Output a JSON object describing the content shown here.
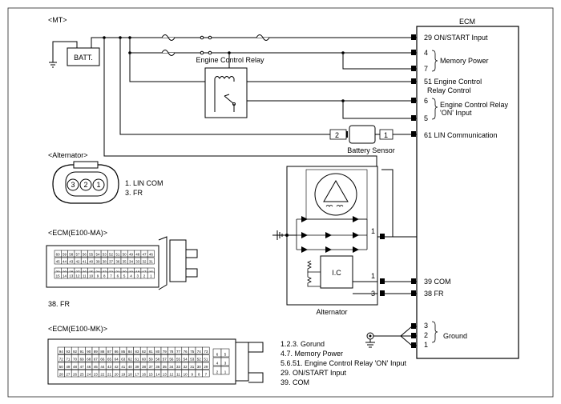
{
  "header": {
    "mt_label": "<MT>",
    "ecm_title": "ECM"
  },
  "battery": {
    "label": "BATT."
  },
  "relay": {
    "label": "Engine Control Relay"
  },
  "sensor": {
    "label": "Battery Sensor",
    "pin_left": "2",
    "pin_right": "1"
  },
  "ecm_pins": [
    {
      "num": "29",
      "text": "ON/START Input"
    },
    {
      "num": "4",
      "text": ""
    },
    {
      "num": "7",
      "text": ""
    },
    {
      "num": "51",
      "text": "Engine Control"
    },
    {
      "num": "6",
      "text": ""
    },
    {
      "num": "5",
      "text": ""
    },
    {
      "num": "61",
      "text": "LIN Communication"
    },
    {
      "num": "39",
      "text": "COM"
    },
    {
      "num": "38",
      "text": "FR"
    },
    {
      "num": "3",
      "text": ""
    },
    {
      "num": "2",
      "text": ""
    },
    {
      "num": "1",
      "text": ""
    }
  ],
  "groups": {
    "memory_power": "Memory Power",
    "relay_control_line2": "Relay Control",
    "relay_on_line1": "Engine Control Relay",
    "relay_on_line2": "'ON' Input",
    "ground": "Ground"
  },
  "alternator_connector": {
    "title": "<Alternator>",
    "pins": [
      "3",
      "2",
      "1"
    ],
    "legend": [
      "1. LIN COM",
      "3. FR"
    ]
  },
  "alternator": {
    "label": "Alternator",
    "ic": "I.C",
    "terminal_1_top": "1",
    "terminal_1": "1",
    "terminal_3": "3"
  },
  "ecm_ma": {
    "title": "<ECM(E100-MA)>",
    "legend": "38. FR",
    "rows": [
      [
        "60",
        "59",
        "58",
        "57",
        "56",
        "55",
        "54",
        "53",
        "52",
        "51",
        "50",
        "49",
        "48",
        "47",
        "46"
      ],
      [
        "45",
        "44",
        "43",
        "42",
        "41",
        "40",
        "39",
        "38",
        "37",
        "36",
        "35",
        "34",
        "33",
        "32",
        "31"
      ],
      [
        "30",
        "29",
        "28",
        "27",
        "26",
        "25",
        "24",
        "23",
        "22",
        "21",
        "20",
        "19",
        "18",
        "17",
        "16"
      ],
      [
        "15",
        "14",
        "13",
        "12",
        "11",
        "10",
        "9",
        "8",
        "7",
        "6",
        "5",
        "4",
        "3",
        "2",
        "1"
      ]
    ]
  },
  "ecm_mk": {
    "title": "<ECM(E100-MK)>",
    "rows": [
      [
        "94",
        "93",
        "92",
        "91",
        "90",
        "89",
        "88",
        "87",
        "86",
        "85",
        "84",
        "83",
        "82",
        "81",
        "80",
        "79",
        "78",
        "77",
        "76",
        "75",
        "74",
        "73"
      ],
      [
        "72",
        "71",
        "70",
        "69",
        "68",
        "67",
        "66",
        "65",
        "64",
        "63",
        "62",
        "61",
        "60",
        "59",
        "58",
        "57",
        "56",
        "55",
        "54",
        "53",
        "52",
        "51"
      ],
      [
        "50",
        "49",
        "48",
        "47",
        "46",
        "45",
        "44",
        "43",
        "42",
        "41",
        "40",
        "39",
        "38",
        "37",
        "36",
        "35",
        "34",
        "33",
        "32",
        "31",
        "30",
        "29"
      ],
      [
        "28",
        "27",
        "26",
        "25",
        "24",
        "23",
        "22",
        "21",
        "20",
        "19",
        "18",
        "17",
        "16",
        "15",
        "14",
        "13",
        "12",
        "11",
        "10",
        "9",
        "8",
        "7"
      ]
    ],
    "side": [
      "6",
      "5",
      "4",
      "3",
      "2",
      "1"
    ]
  },
  "legend_notes": [
    "1.2.3. Gorund",
    "4.7. Memory Power",
    "5.6.51. Engine Control Relay 'ON' Input",
    "29. ON/START Input",
    "39. COM"
  ]
}
